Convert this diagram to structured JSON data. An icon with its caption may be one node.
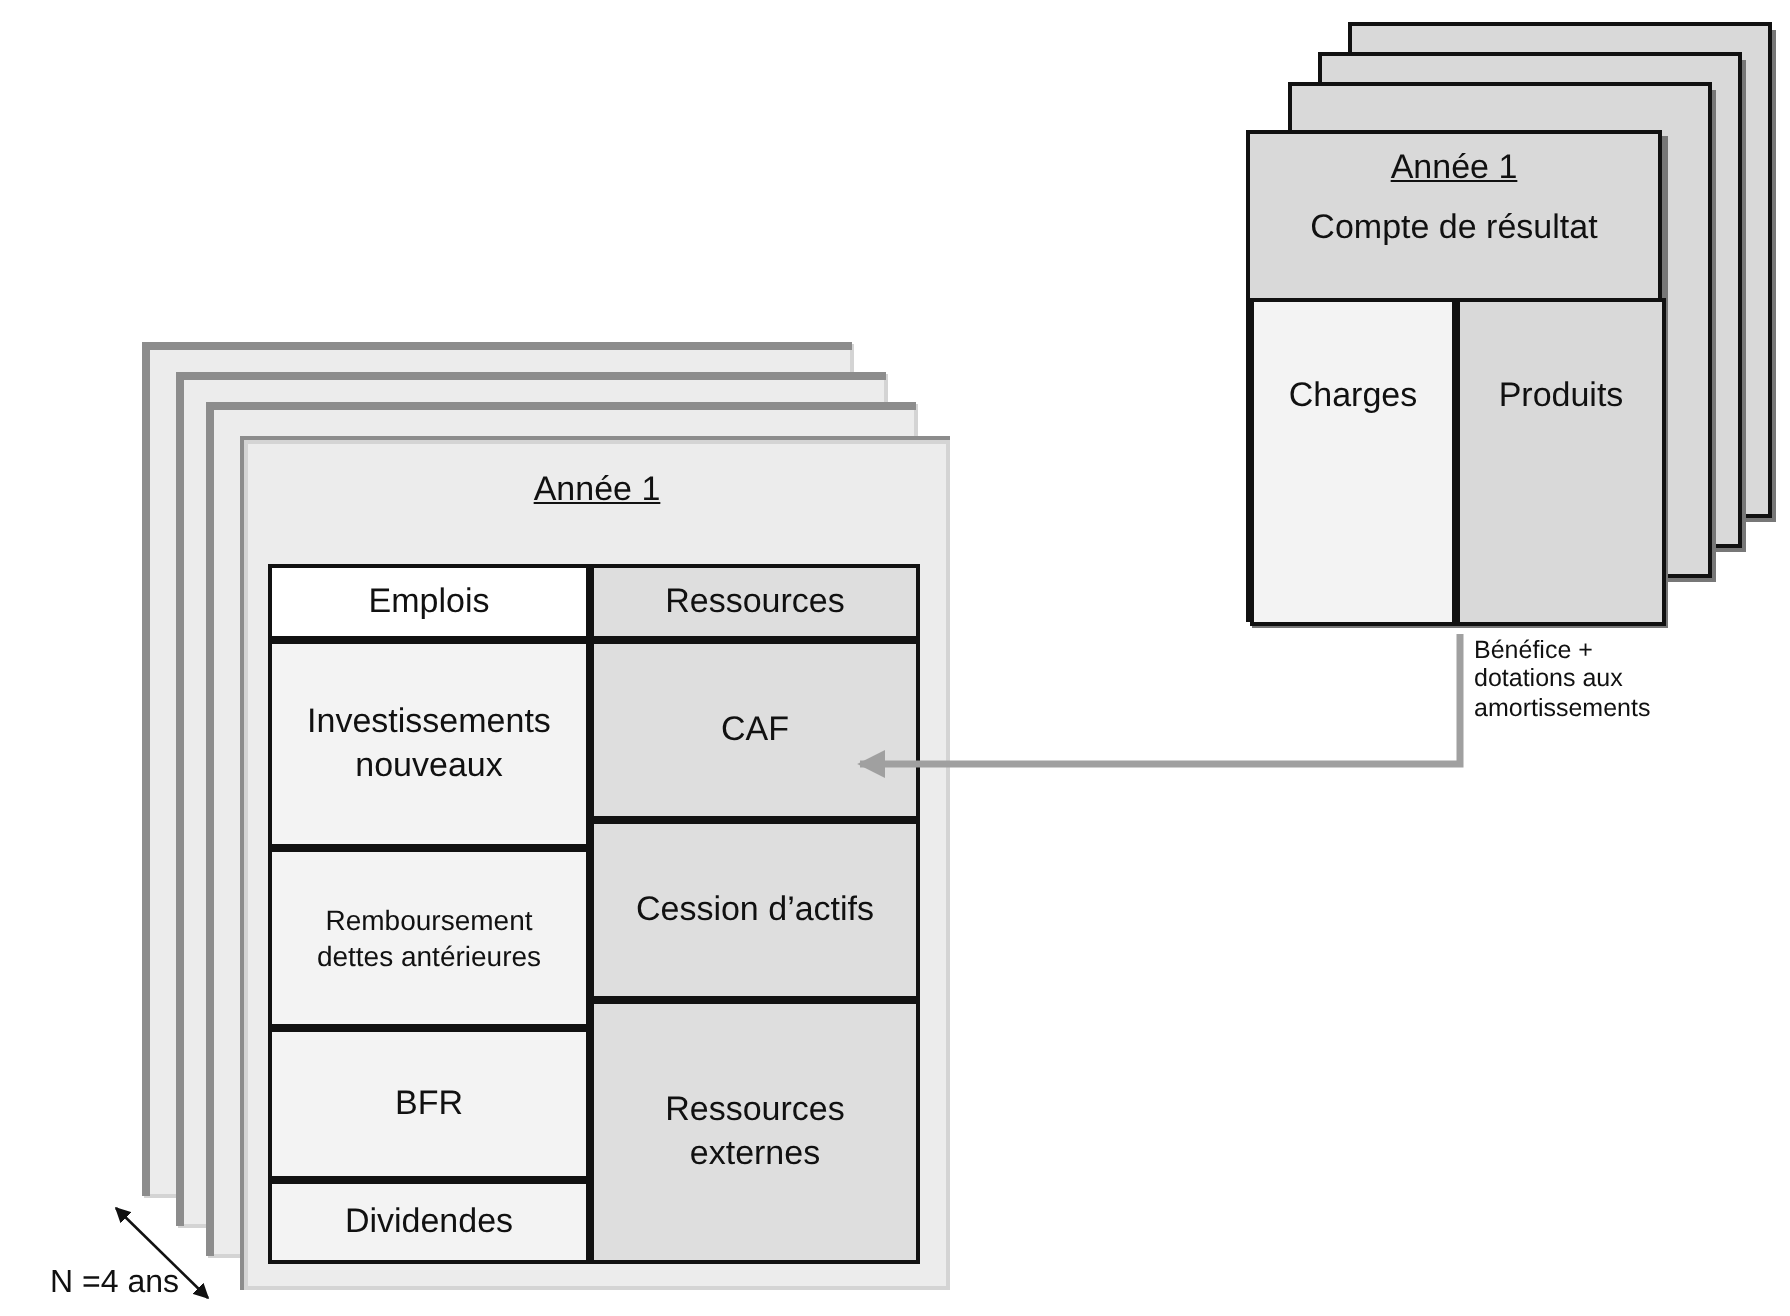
{
  "diagram": {
    "nodes": [
      {
        "text": [
          "Année 1"
        ]
      },
      {
        "text": [
          "Emplois"
        ],
        "in": 0
      },
      {
        "text": [
          "Ressources"
        ],
        "in": 0
      },
      {
        "text": [
          "Investissements nouveaux"
        ],
        "in": 0
      },
      {
        "text": [
          "CAF"
        ],
        "in": 0
      },
      {
        "text": [
          "Remboursement dettes antérieures"
        ],
        "in": 0
      },
      {
        "text": [
          "Cession d’actifs"
        ],
        "in": 0
      },
      {
        "text": [
          "BFR"
        ],
        "in": 0
      },
      {
        "text": [
          "Ressources externes"
        ],
        "in": 0
      },
      {
        "text": [
          "Dividendes"
        ],
        "in": 0
      },
      {
        "text": [
          "Année 1",
          "Compte de résultat"
        ]
      },
      {
        "text": [
          "Charges"
        ],
        "in": 10
      },
      {
        "text": [
          "Produits"
        ],
        "in": 10
      }
    ],
    "edges": [
      {
        "from": 12,
        "to": 4,
        "arrow": "to",
        "label": "Bénéfice + dotations aux amortissements",
        "color": "#a0a0a0"
      }
    ],
    "labels": [
      "N =4 ans"
    ]
  }
}
